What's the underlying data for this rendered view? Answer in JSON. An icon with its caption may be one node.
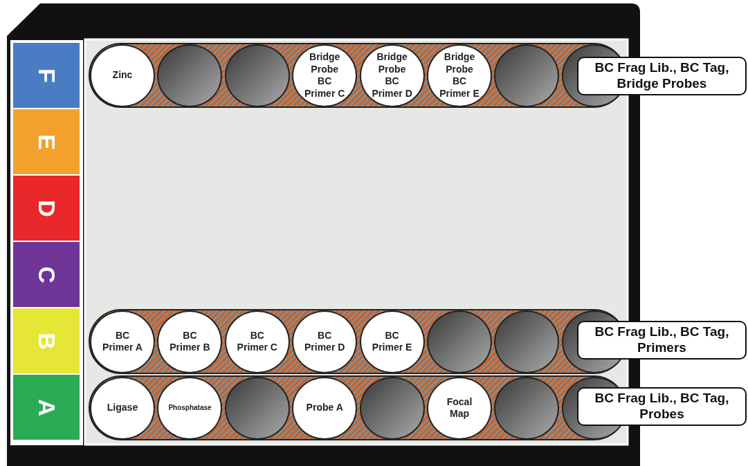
{
  "diagram": {
    "nodes": [
      {
        "text": [
          "F"
        ]
      },
      {
        "text": [],
        "shape": "bar"
      },
      {
        "text": [
          "Zinc"
        ],
        "in": 1
      },
      {
        "text": [],
        "shape": "circle",
        "in": 1
      },
      {
        "text": [],
        "shape": "circle",
        "in": 1
      },
      {
        "text": [
          "Bridge Probe BC Primer C"
        ],
        "in": 1
      },
      {
        "text": [
          "Bridge Probe BC Primer D"
        ],
        "in": 1
      },
      {
        "text": [
          "Bridge Probe BC Primer E"
        ],
        "in": 1
      },
      {
        "text": [],
        "shape": "circle",
        "in": 1
      },
      {
        "text": [],
        "shape": "circle",
        "in": 1
      },
      {
        "text": [
          "BC Frag Lib., BC Tag, Bridge Probes"
        ]
      },
      {
        "text": [
          "E"
        ]
      },
      {
        "text": [
          "D"
        ]
      },
      {
        "text": [
          "C"
        ]
      },
      {
        "text": [
          "B"
        ]
      },
      {
        "text": [],
        "shape": "bar"
      },
      {
        "text": [
          "BC Primer A"
        ],
        "in": 15
      },
      {
        "text": [
          "BC Primer B"
        ],
        "in": 15
      },
      {
        "text": [
          "BC Primer C"
        ],
        "in": 15
      },
      {
        "text": [
          "BC Primer D"
        ],
        "in": 15
      },
      {
        "text": [
          "BC Primer E"
        ],
        "in": 15
      },
      {
        "text": [],
        "shape": "circle",
        "in": 15
      },
      {
        "text": [],
        "shape": "circle",
        "in": 15
      },
      {
        "text": [],
        "shape": "circle",
        "in": 15
      },
      {
        "text": [
          "BC Frag Lib., BC Tag, Primers"
        ]
      },
      {
        "text": [
          "A"
        ]
      },
      {
        "text": [],
        "shape": "bar"
      },
      {
        "text": [
          "Ligase"
        ],
        "in": 26
      },
      {
        "text": [
          "Phosphatase"
        ],
        "in": 26
      },
      {
        "text": [],
        "shape": "circle",
        "in": 26
      },
      {
        "text": [
          "Probe A"
        ],
        "in": 26
      },
      {
        "text": [],
        "shape": "circle",
        "in": 26
      },
      {
        "text": [
          "Focal Map"
        ],
        "in": 26
      },
      {
        "text": [],
        "shape": "circle",
        "in": 26
      },
      {
        "text": [],
        "shape": "circle",
        "in": 26
      },
      {
        "text": [
          "BC Frag Lib., BC Tag, Probes"
        ]
      }
    ]
  }
}
